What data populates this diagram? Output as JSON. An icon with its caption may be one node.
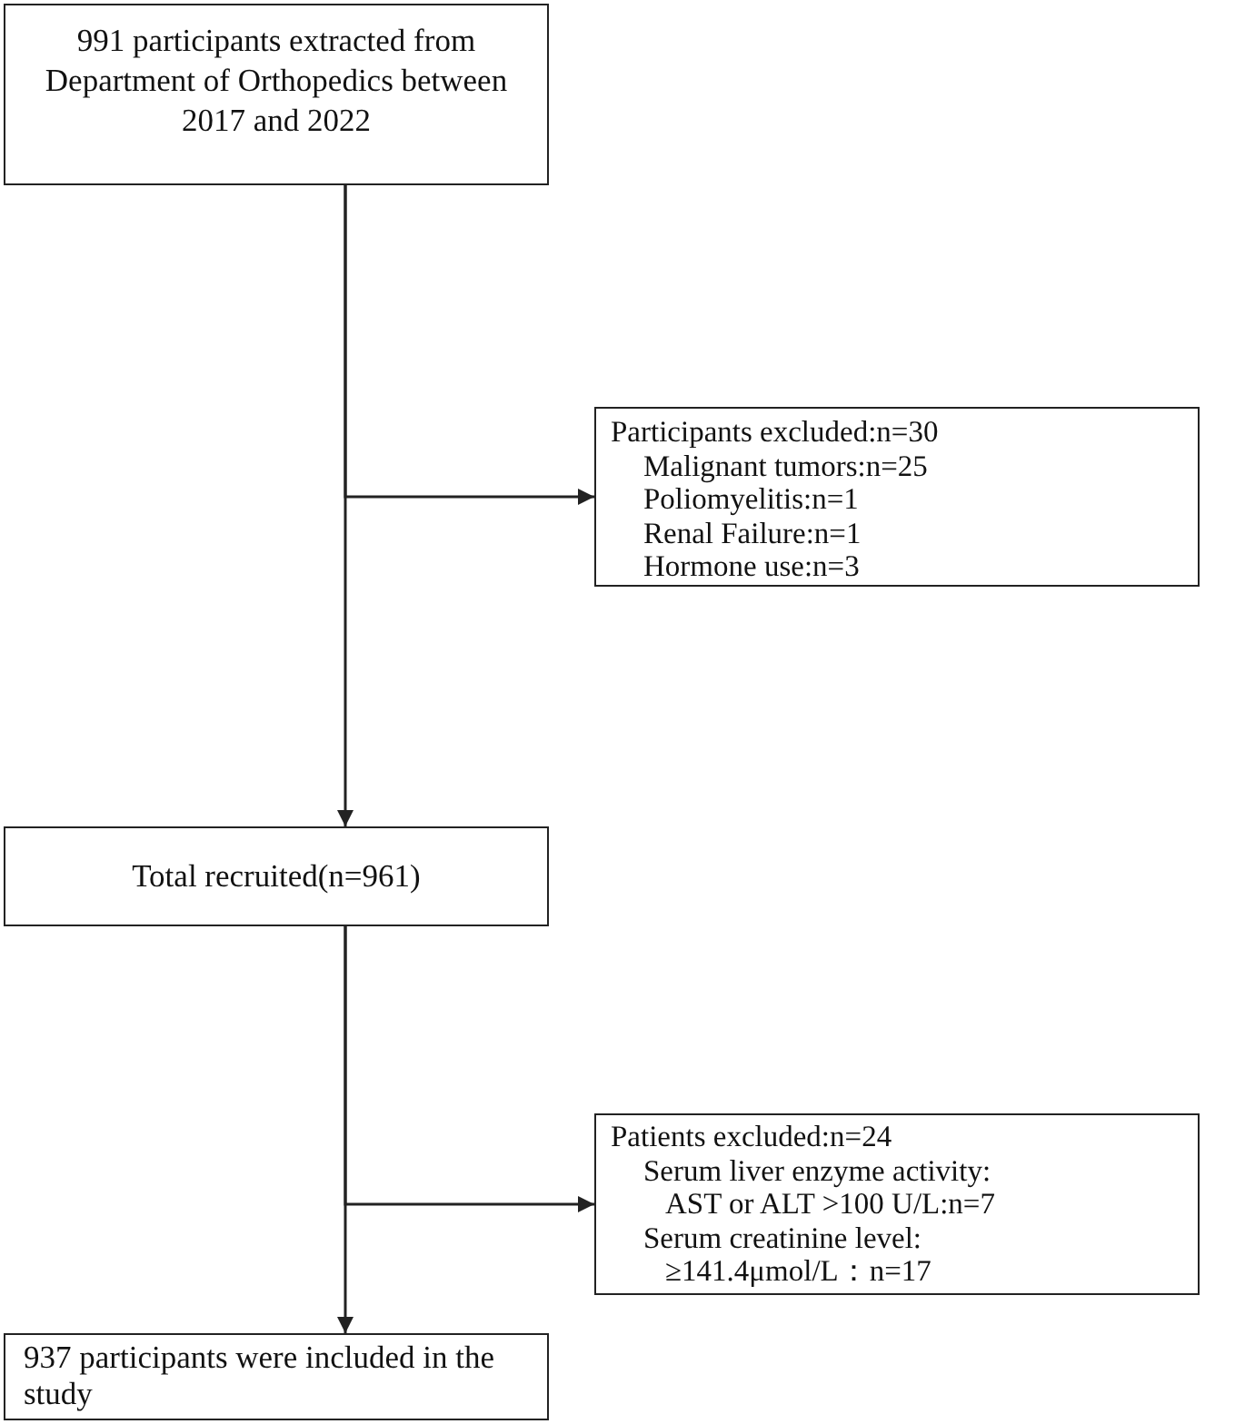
{
  "diagram": {
    "nodes": [
      {
        "text": [
          "991 participants extracted from Department of Orthopedics between 2017 and 2022"
        ]
      },
      {
        "text": [
          "Participants excluded:n=30",
          "Malignant tumors:n=25",
          "Poliomyelitis:n=1",
          "Renal Failure:n=1",
          "Hormone use:n=3"
        ]
      },
      {
        "text": [
          "Total recruited(n=961)"
        ]
      },
      {
        "text": [
          "Patients excluded:n=24",
          "Serum liver enzyme activity:",
          "AST or ALT >100 U/L:n=7",
          "Serum creatinine level:",
          "≥141.4μmol/L：n=17"
        ]
      },
      {
        "text": [
          "937 participants were included in the study"
        ]
      }
    ],
    "edges": [
      {
        "from": 0,
        "to": 1,
        "arrow": "to"
      },
      {
        "from": 0,
        "to": 2,
        "arrow": "to"
      },
      {
        "from": 2,
        "to": 3,
        "arrow": "to"
      },
      {
        "from": 2,
        "to": 4,
        "arrow": "to"
      }
    ]
  }
}
